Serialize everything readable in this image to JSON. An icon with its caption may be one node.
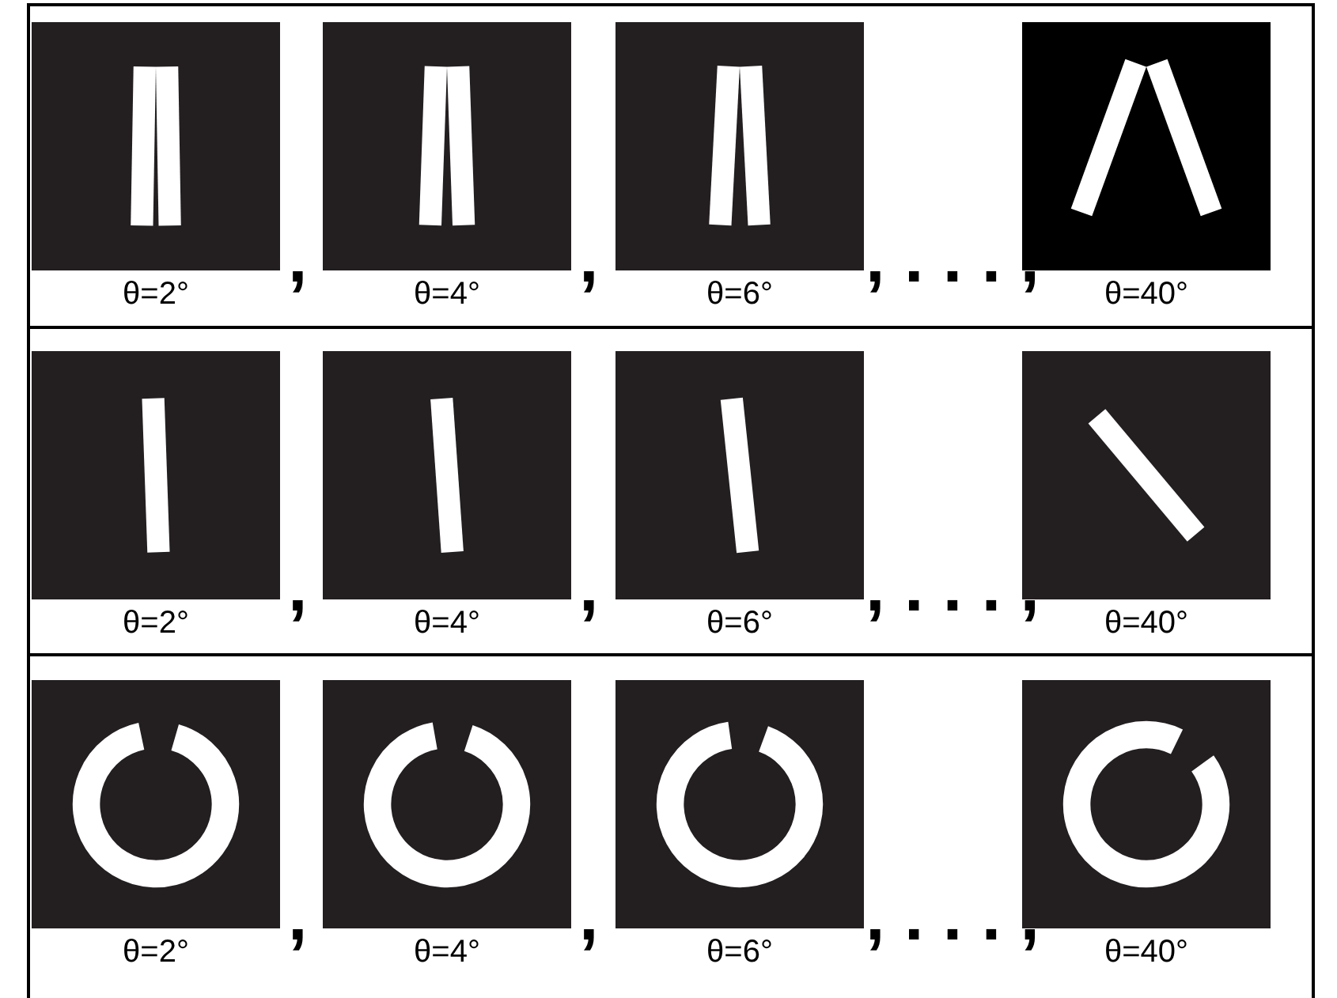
{
  "diagram": {
    "labels": [
      "θ=2°",
      ",",
      "θ=4°",
      ",",
      "θ=6°",
      ", . . . ,",
      "θ=40°",
      "θ=2°",
      ",",
      "θ=4°",
      ",",
      "θ=6°",
      ", . . . ,",
      "θ=40°",
      "θ=2°",
      ",",
      "θ=4°",
      ",",
      "θ=6°",
      ", . . . ,",
      "θ=40°"
    ]
  }
}
